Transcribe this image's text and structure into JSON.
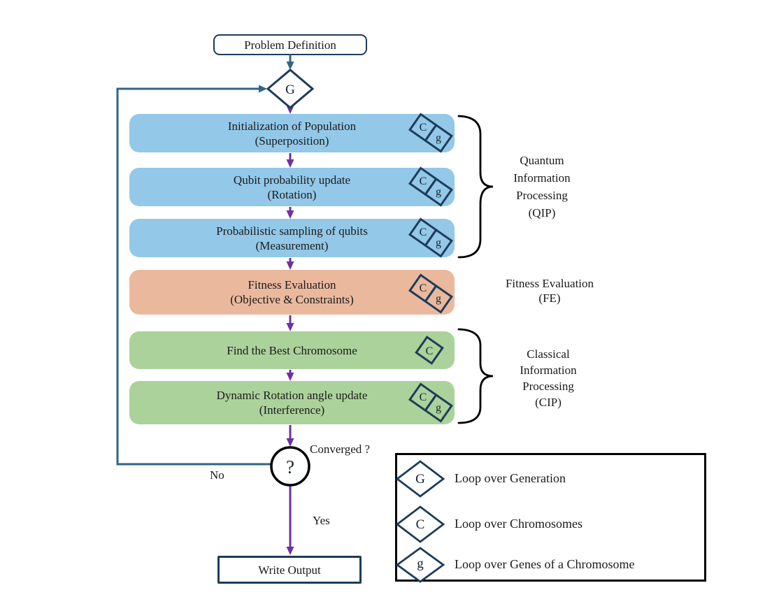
{
  "flow": {
    "start": "Problem Definition",
    "generation_loop": {
      "symbol": "G"
    },
    "steps": [
      {
        "line1": "Initialization of Population",
        "line2": "(Superposition)",
        "loop_outer": "C",
        "loop_inner": "g"
      },
      {
        "line1": "Qubit probability update",
        "line2": "(Rotation)",
        "loop_outer": "C",
        "loop_inner": "g"
      },
      {
        "line1": "Probabilistic sampling of qubits",
        "line2": "(Measurement)",
        "loop_outer": "C",
        "loop_inner": "g"
      },
      {
        "line1": "Fitness Evaluation",
        "line2": "(Objective & Constraints)",
        "loop_outer": "C",
        "loop_inner": "g"
      },
      {
        "line1": "Find the Best Chromosome",
        "loop_outer": "C"
      },
      {
        "line1": "Dynamic Rotation angle update",
        "line2": "(Interference)",
        "loop_outer": "C",
        "loop_inner": "g"
      }
    ],
    "decision": {
      "symbol": "?",
      "question": "Converged ?",
      "no_label": "No",
      "yes_label": "Yes"
    },
    "end": "Write Output"
  },
  "annotations": {
    "qip": [
      "Quantum",
      "Information",
      "Processing",
      "(QIP)"
    ],
    "fe": [
      "Fitness Evaluation",
      "(FE)"
    ],
    "cip": [
      "Classical",
      "Information",
      "Processing",
      "(CIP)"
    ]
  },
  "legend": {
    "items": [
      {
        "symbol": "G",
        "label": "Loop over Generation"
      },
      {
        "symbol": "C",
        "label": "Loop over Chromosomes"
      },
      {
        "symbol": "g",
        "label": "Loop over Genes of a Chromosome"
      }
    ]
  },
  "colors": {
    "quantum_step": "#93c8e8",
    "fitness_step": "#eab99d",
    "classical_step": "#acd29b",
    "flow_arrow": "#7030a0",
    "loop_line": "#2f6587",
    "shape_border": "#1e3c5a"
  }
}
